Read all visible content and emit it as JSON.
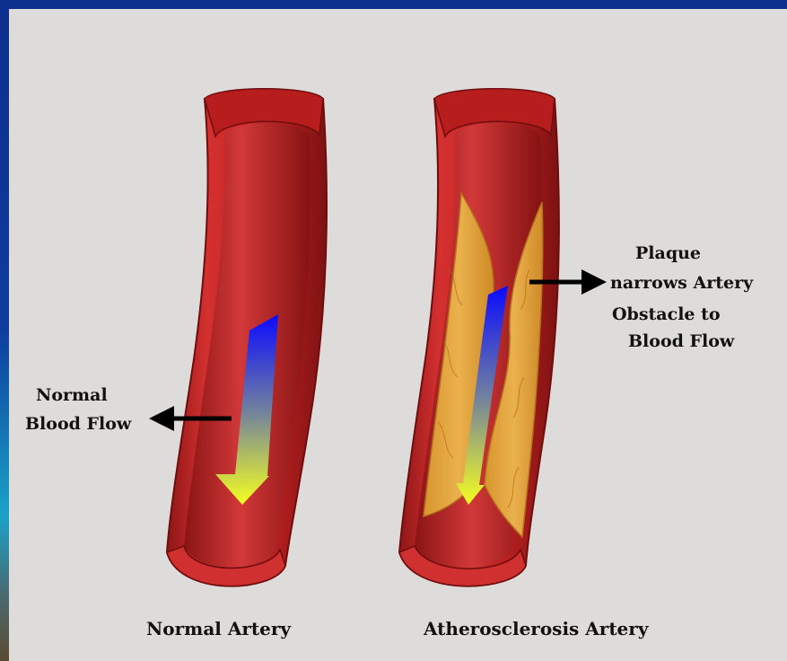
{
  "labels": {
    "normal_flow_line1": "Normal",
    "normal_flow_line2": "Blood Flow",
    "plaque_line1": "Plaque",
    "plaque_line2": "narrows Artery",
    "plaque_line3": "Obstacle  to",
    "plaque_line4": "Blood Flow"
  },
  "captions": {
    "normal": "Normal Artery",
    "atherosclerosis": "Atherosclerosis Artery"
  },
  "colors": {
    "background_frame": "#0d2f8e",
    "panel": "#dedcdb",
    "artery_wall": "#c42222",
    "artery_lumen": "#a81c1c",
    "plaque": "#e3a13a",
    "flow_start": "#1010ff",
    "flow_end": "#f4ff20"
  }
}
